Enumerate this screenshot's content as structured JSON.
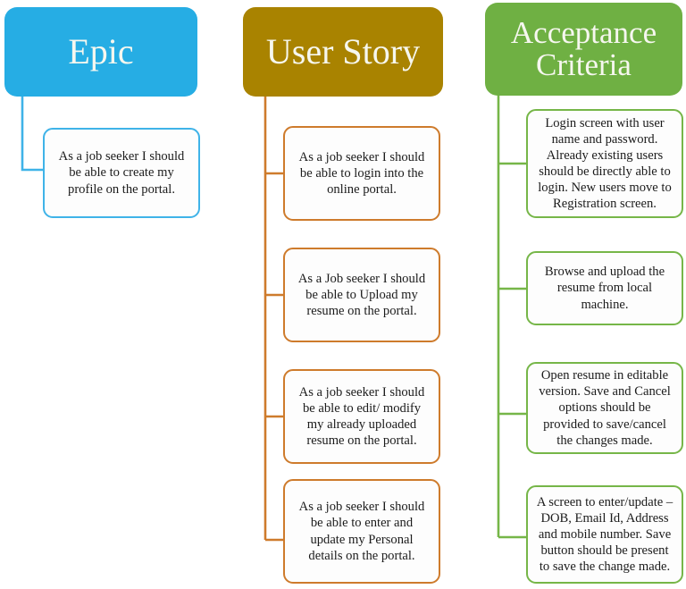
{
  "diagram": {
    "title_hidden": "",
    "columns": [
      {
        "key": "epic",
        "header": "Epic",
        "accent": "#26ADE4",
        "card_border": "#3FB3E8",
        "cards": [
          {
            "text": "As a job seeker I should be able to create my profile on the portal."
          }
        ]
      },
      {
        "key": "user_story",
        "header": "User Story",
        "accent": "#A98300",
        "card_border": "#CE7B2C",
        "cards": [
          {
            "text": "As a job seeker I should be able to login into the online portal."
          },
          {
            "text": "As a Job seeker I should be able to Upload my resume on the portal."
          },
          {
            "text": "As a job seeker I should be able to edit/ modify my already uploaded resume on the portal."
          },
          {
            "text": "As a job seeker I should be able to enter and update my Personal details on the portal."
          }
        ]
      },
      {
        "key": "acceptance_criteria",
        "header": "Acceptance Criteria",
        "accent": "#6FB043",
        "card_border": "#76B648",
        "cards": [
          {
            "text": "Login screen with user name and password. Already existing users should be directly able to login. New users move to Registration screen."
          },
          {
            "text": "Browse and upload the resume from local machine."
          },
          {
            "text": "Open resume in editable version. Save and Cancel options should be provided to save/cancel the changes made."
          },
          {
            "text": "A screen to enter/update – DOB, Email Id, Address and mobile number. Save button should be present to save the change made."
          }
        ]
      }
    ]
  }
}
